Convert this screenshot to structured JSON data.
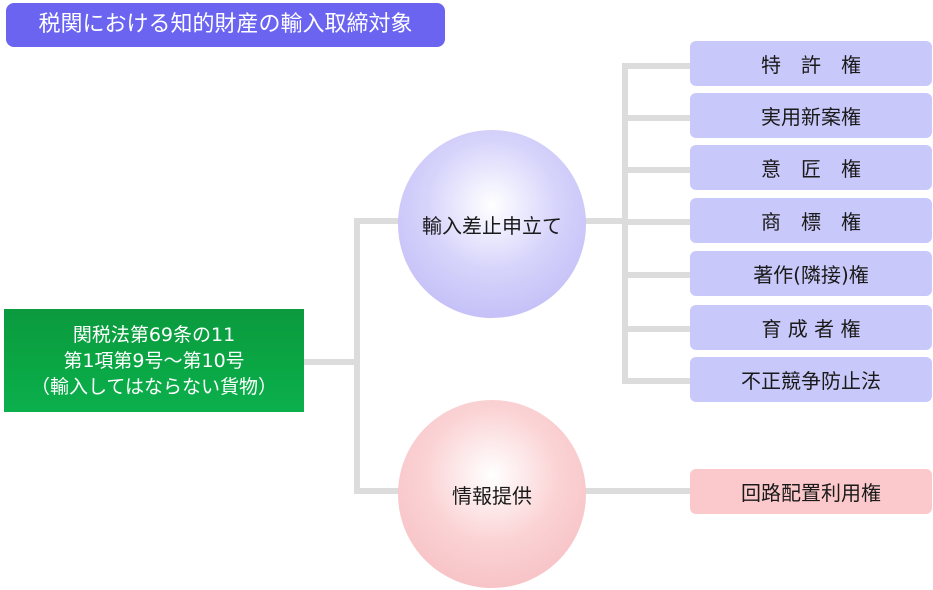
{
  "title": "税関における知的財産の輸入取締対象",
  "source": {
    "line1": "関税法第69条の11",
    "line2": "第1項第9号～第10号",
    "line3": "（輸入してはならない貨物）"
  },
  "branches": {
    "application": "輸入差止申立て",
    "information": "情報提供"
  },
  "rights": [
    "特　許　権",
    "実用新案権",
    "意　匠　権",
    "商　標　権",
    "著作(隣接)権",
    "育 成 者 権",
    "不正競争防止法"
  ],
  "info_rights": [
    "回路配置利用権"
  ],
  "colors": {
    "title_bg": "#6a64f0",
    "source_bg": "#0aa342",
    "blue_node": "#c9c8fa",
    "red_node": "#fbc9cb",
    "connector": "#dcdcdc"
  }
}
